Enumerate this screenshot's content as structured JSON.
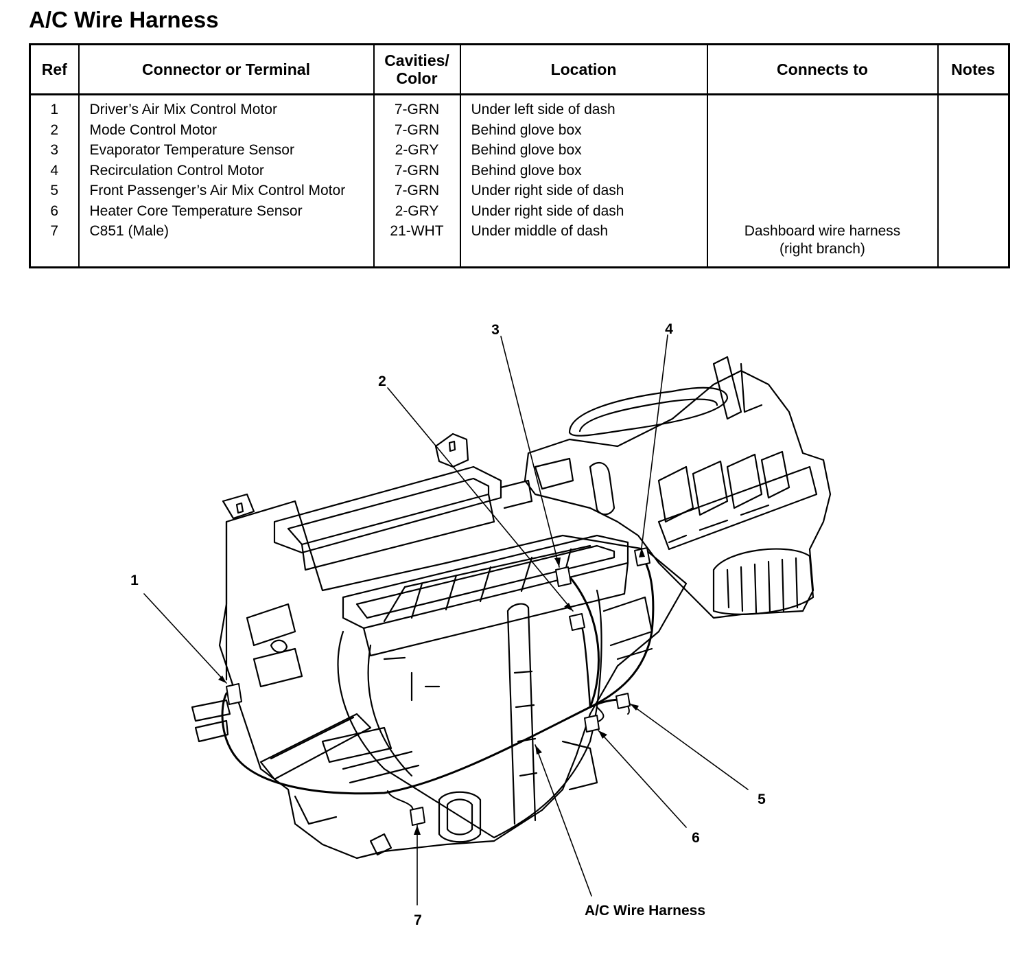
{
  "title": "A/C Wire Harness",
  "table": {
    "headers": {
      "ref": "Ref",
      "connector": "Connector or Terminal",
      "cavities_line1": "Cavities/",
      "cavities_line2": "Color",
      "location": "Location",
      "connects_to": "Connects to",
      "notes": "Notes"
    },
    "rows": [
      {
        "ref": "1",
        "connector": "Driver’s Air Mix Control Motor",
        "cavities": "7-GRN",
        "location": "Under left side of dash",
        "connects_to": "",
        "notes": ""
      },
      {
        "ref": "2",
        "connector": "Mode Control Motor",
        "cavities": "7-GRN",
        "location": "Behind glove box",
        "connects_to": "",
        "notes": ""
      },
      {
        "ref": "3",
        "connector": "Evaporator Temperature Sensor",
        "cavities": "2-GRY",
        "location": "Behind glove box",
        "connects_to": "",
        "notes": ""
      },
      {
        "ref": "4",
        "connector": "Recirculation Control Motor",
        "cavities": "7-GRN",
        "location": "Behind glove box",
        "connects_to": "",
        "notes": ""
      },
      {
        "ref": "5",
        "connector": "Front Passenger’s Air Mix Control Motor",
        "cavities": "7-GRN",
        "location": "Under right side of dash",
        "connects_to": "",
        "notes": ""
      },
      {
        "ref": "6",
        "connector": "Heater Core Temperature Sensor",
        "cavities": "2-GRY",
        "location": "Under right side of dash",
        "connects_to": "",
        "notes": ""
      },
      {
        "ref": "7",
        "connector": "C851 (Male)",
        "cavities": "21-WHT",
        "location": "Under middle of dash",
        "connects_to": "Dashboard wire harness (right branch)",
        "notes": ""
      }
    ]
  },
  "diagram": {
    "callouts": [
      "1",
      "2",
      "3",
      "4",
      "5",
      "6",
      "7"
    ],
    "harness_label": "A/C Wire Harness"
  }
}
